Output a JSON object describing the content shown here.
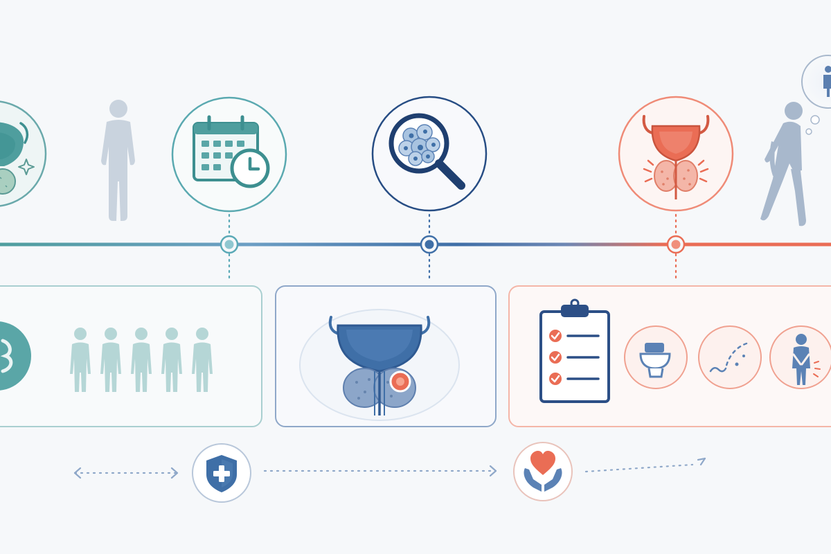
{
  "colors": {
    "teal": "#4f9e9e",
    "teal_light": "#a9cfd0",
    "blue": "#3f6fa7",
    "blue_dark": "#274d84",
    "coral": "#ea6d55",
    "coral_light": "#f4b6a8",
    "gray_figure": "#c9d3de",
    "background": "#f6f8fa"
  },
  "timeline": {
    "milestones": [
      {
        "icon": "calendar-clock-icon",
        "color": "teal"
      },
      {
        "icon": "magnifier-cells-icon",
        "color": "blue"
      },
      {
        "icon": "inflamed-prostate-icon",
        "color": "coral"
      }
    ]
  },
  "panels": [
    {
      "icons": [
        "teal-circle-icon",
        "people-group-icon"
      ]
    },
    {
      "icons": [
        "prostate-tumor-icon"
      ]
    },
    {
      "icons": [
        "checklist-clipboard-icon",
        "toilet-icon",
        "urine-stream-icon",
        "urgency-person-icon"
      ]
    }
  ],
  "bottom_icons": [
    "shield-cross-icon",
    "heart-hands-icon"
  ]
}
